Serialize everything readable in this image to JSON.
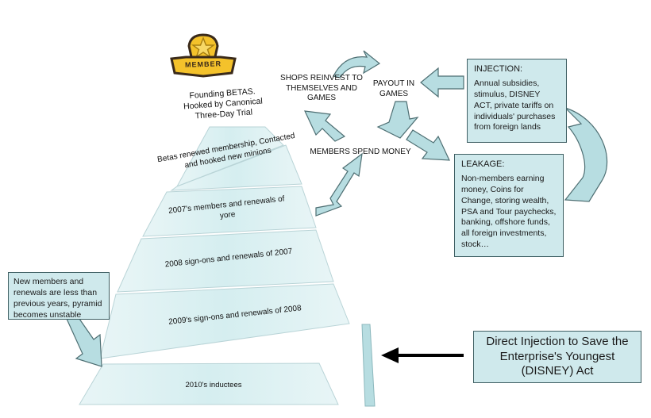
{
  "badge": {
    "text": "MEMBER"
  },
  "pyramid": {
    "top_label": "Founding BETAS. Hooked by Canonical Three-Day Trial",
    "tiers": [
      "Betas renewed membership, Contacted and hooked new minions",
      "2007's members and renewals of yore",
      "2008 sign-ons and renewals of 2007",
      "2009's sign-ons and renewals of 2008",
      "2010's inductees"
    ]
  },
  "cycle": {
    "shops": "SHOPS REINVEST TO THEMSELVES AND GAMES",
    "payout": "PAYOUT IN GAMES",
    "spend": "MEMBERS SPEND MONEY"
  },
  "injection": {
    "title": "INJECTION:",
    "body": "Annual subsidies, stimulus, DISNEY ACT, private tariffs on individuals' purchases from foreign lands"
  },
  "leakage": {
    "title": "LEAKAGE:",
    "body": "Non-members earning money, Coins for Change, storing wealth, PSA and Tour paychecks, banking, offshore funds, all foreign investments, stock…"
  },
  "unstable_note": "New members and renewals are less than previous years, pyramid becomes unstable",
  "direct_injection": "Direct Injection to Save the Enterprise's Youngest (DISNEY) Act",
  "colors": {
    "tier_fill": "#dbeff1",
    "tier_stroke": "#b9d4d7",
    "arrow_fill": "#b7dde1",
    "arrow_stroke": "#4d6e72",
    "box_fill": "#cfe9ec",
    "box_stroke": "#3f5f63",
    "badge_gold": "#f4c22b",
    "badge_dark": "#3a2a1a"
  }
}
